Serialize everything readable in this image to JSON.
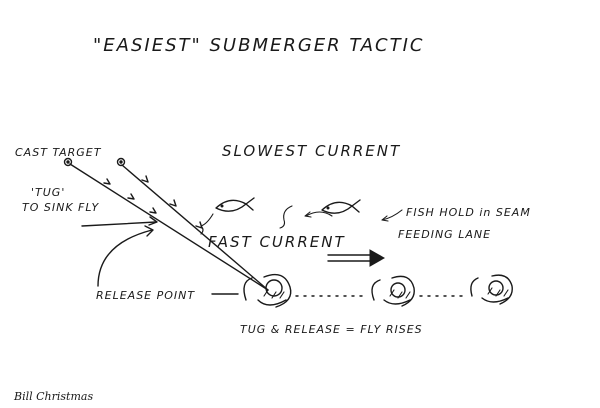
{
  "title": "\"EASIEST\" SUBMERGER TACTIC",
  "labels": {
    "cast_target": "CAST TARGET",
    "tug_line1": "'TUG'",
    "tug_line2": "TO SINK FLY",
    "slowest_current": "SLOWEST CURRENT",
    "fast_current": "FAST CURRENT",
    "fish_hold_line1": "FISH HOLD in SEAM",
    "fish_hold_line2": "FEEDING LANE",
    "release_point": "RELEASE POINT",
    "tug_release": "TUG & RELEASE = FLY RISES"
  },
  "signature": "Bill Christmas",
  "icons": {
    "cast_target_markers": "target-circle-icon",
    "fish": "fish-outline-icon",
    "current_arrow": "double-arrow-icon",
    "angler": "angler-icon"
  }
}
